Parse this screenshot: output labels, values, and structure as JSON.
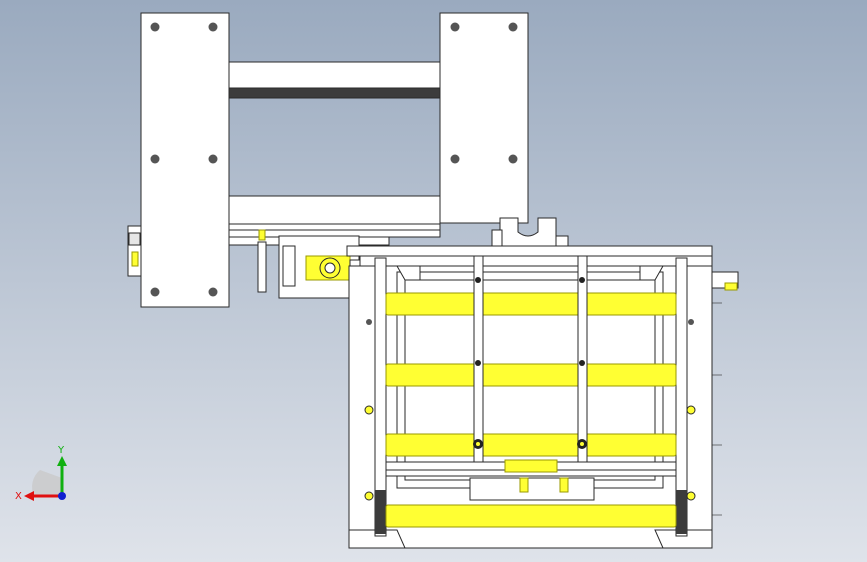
{
  "viewport": {
    "background_top": "#9aaabf",
    "background_bottom": "#dfe3ea"
  },
  "colors": {
    "part_fill": "#ffffff",
    "edge": "#2a2a2a",
    "roller": "#ffff33",
    "roller_edge": "#9a9a00",
    "dark_bar": "#3c3c3c",
    "bolt": "#555555",
    "axis_x": "#e01010",
    "axis_y": "#10b010",
    "axis_z": "#1020d0"
  },
  "triad": {
    "x_label": "X",
    "y_label": "Y",
    "icon": "coordinate-triad-icon"
  },
  "rollers": [
    {
      "id": "roller-1"
    },
    {
      "id": "roller-2"
    },
    {
      "id": "roller-3"
    },
    {
      "id": "roller-4"
    }
  ]
}
